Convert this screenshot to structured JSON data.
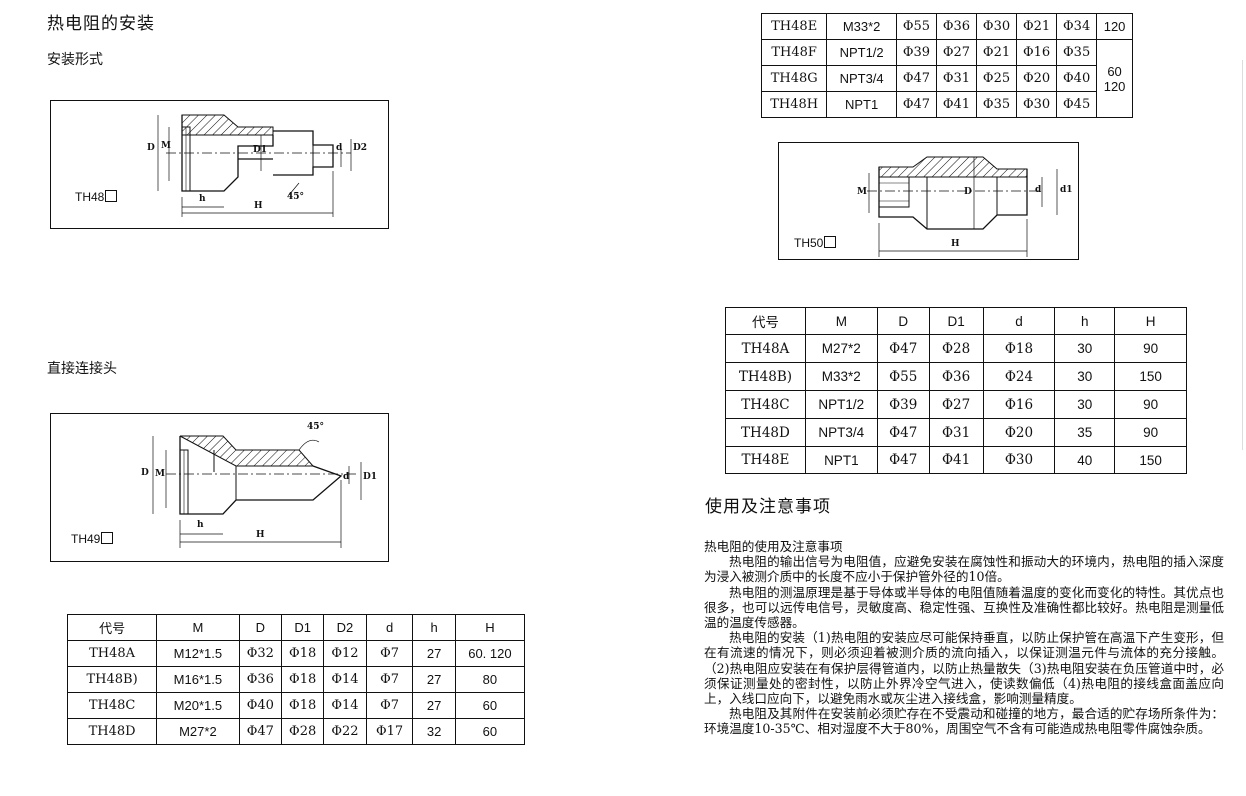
{
  "left": {
    "title": "热电阻的安装",
    "install_label": "安装形式",
    "direct_label": "直接连接头",
    "fig1_model": "TH48",
    "fig2_model": "TH49",
    "table": {
      "headers": [
        "代号",
        "M",
        "D",
        "D1",
        "D2",
        "d",
        "h",
        "H"
      ],
      "rows": [
        [
          "TH48A",
          "M12*1.5",
          "Φ32",
          "Φ18",
          "Φ12",
          "Φ7",
          "27",
          "60. 120"
        ],
        [
          "TH48B)",
          "M16*1.5",
          "Φ36",
          "Φ18",
          "Φ14",
          "Φ7",
          "27",
          "80"
        ],
        [
          "TH48C",
          "M20*1.5",
          "Φ40",
          "Φ18",
          "Φ14",
          "Φ7",
          "27",
          "60"
        ],
        [
          "TH48D",
          "M27*2",
          "Φ47",
          "Φ28",
          "Φ22",
          "Φ17",
          "32",
          "60"
        ]
      ]
    }
  },
  "right": {
    "top_table": {
      "rows": [
        [
          "TH48E",
          "M33*2",
          "Φ55",
          "Φ36",
          "Φ30",
          "Φ21",
          "Φ34",
          "120"
        ],
        [
          "TH48F",
          "NPT1/2",
          "Φ39",
          "Φ27",
          "Φ21",
          "Φ16",
          "Φ35"
        ],
        [
          "TH48G",
          "NPT3/4",
          "Φ47",
          "Φ31",
          "Φ25",
          "Φ20",
          "Φ40"
        ],
        [
          "TH48H",
          "NPT1",
          "Φ47",
          "Φ41",
          "Φ35",
          "Φ30",
          "Φ45"
        ]
      ],
      "merged_h_top": "60",
      "merged_h_bottom": "120"
    },
    "fig3_model": "TH50",
    "table2": {
      "headers": [
        "代号",
        "M",
        "D",
        "D1",
        "d",
        "h",
        "H"
      ],
      "rows": [
        [
          "TH48A",
          "M27*2",
          "Φ47",
          "Φ28",
          "Φ18",
          "30",
          "90"
        ],
        [
          "TH48B)",
          "M33*2",
          "Φ55",
          "Φ36",
          "Φ24",
          "30",
          "150"
        ],
        [
          "TH48C",
          "NPT1/2",
          "Φ39",
          "Φ27",
          "Φ16",
          "30",
          "90"
        ],
        [
          "TH48D",
          "NPT3/4",
          "Φ47",
          "Φ31",
          "Φ20",
          "35",
          "90"
        ],
        [
          "TH48E",
          "NPT1",
          "Φ47",
          "Φ41",
          "Φ30",
          "40",
          "150"
        ]
      ]
    },
    "usage_title": "使用及注意事项",
    "paragraphs": [
      "热电阻的使用及注意事项",
      "热电阻的输出信号为电阻值，应避免安装在腐蚀性和振动大的环境内，热电阻的插入深度为浸入被测介质中的长度不应小于保护管外径的10倍。",
      "热电阻的测温原理是基于导体或半导体的电阻值随着温度的变化而变化的特性。其优点也很多，也可以远传电信号，灵敏度高、稳定性强、互换性及准确性都比较好。热电阻是测量低温的温度传感器。",
      "热电阻的安装（1)热电阻的安装应尽可能保持垂直，以防止保护管在高温下产生变形，但在有流速的情况下，则必须迎着被测介质的流向插入，以保证测温元件与流体的充分接触。（2)热电阻应安装在有保护层得管道内，以防止热量散失（3)热电阻安装在负压管道中时，必须保证测量处的密封性，以防止外界冷空气进入，使读数偏低（4)热电阻的接线盒面盖应向上，入线口应向下，以避免雨水或灰尘进入接线盒，影响测量精度。",
      "热电阻及其附件在安装前必须贮存在不受震动和碰撞的地方，最合适的贮存场所条件为：环境温度10-35℃、相对湿度不大于80%，周围空气不含有可能造成热电阻零件腐蚀杂质。"
    ]
  },
  "dims": {
    "D": "D",
    "M": "M",
    "D1": "D1",
    "D2": "D2",
    "d": "d",
    "d1": "d1",
    "h": "h",
    "H": "H",
    "angle": "45°"
  }
}
